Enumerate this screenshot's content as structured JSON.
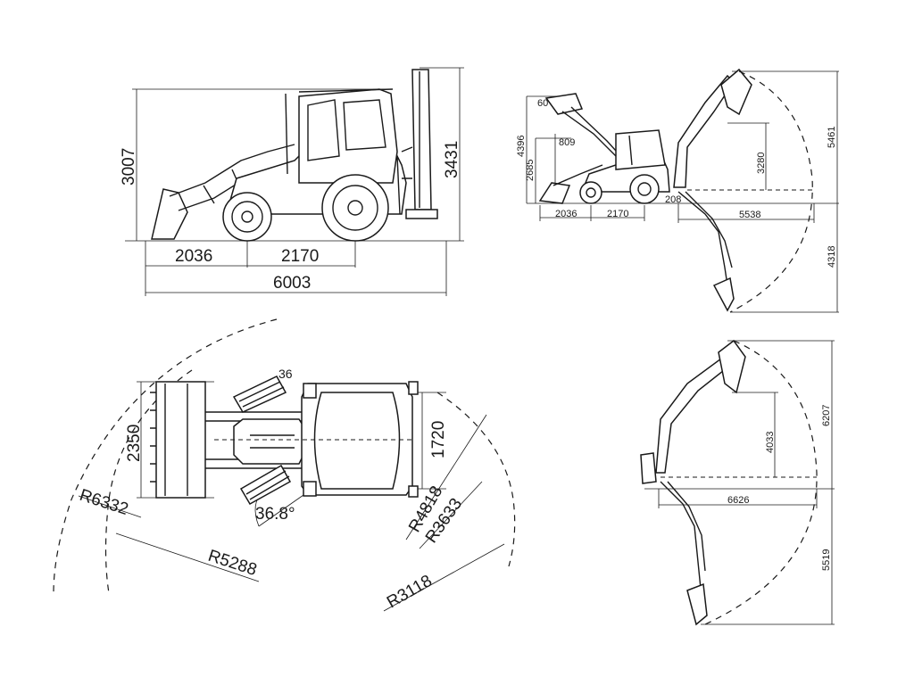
{
  "side_view": {
    "overall_height": "3007",
    "backhoe_height": "3431",
    "front_overhang": "2036",
    "wheelbase": "2170",
    "overall_length": "6003"
  },
  "reach_view": {
    "front_overhang": "2036",
    "wheelbase": "2170",
    "loader_angle": "60",
    "max_loader_height": "4396",
    "hinge_height": "2685",
    "tip_height": "809",
    "offset": "208",
    "reach_at_ground": "5538",
    "dump_height": "3280",
    "max_height": "5461",
    "dig_depth": "4318"
  },
  "top_view": {
    "width": "2350",
    "track_width": "1720",
    "steer_angle": "36.8°",
    "angle_small": "36",
    "radius_outer": "R6332",
    "radius_inner": "R5288",
    "radius_tyre": "R4818",
    "radius_mid": "R3633",
    "radius_small": "R3118"
  },
  "extended_view": {
    "reach_at_ground": "6626",
    "dump_height": "4033",
    "max_height": "6207",
    "dig_depth": "5519"
  }
}
